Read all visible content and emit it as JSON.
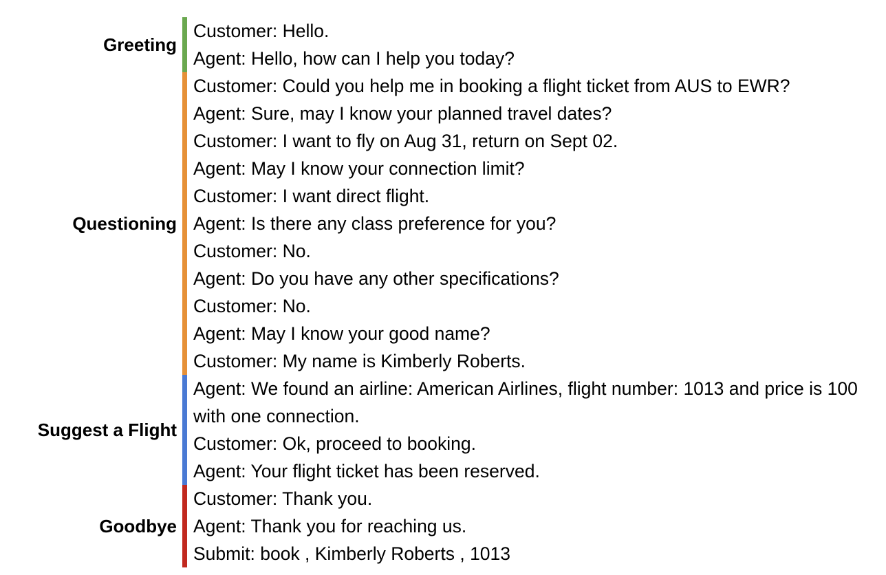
{
  "document": {
    "title": "Annotated customer support dialogue",
    "background_color": "#ffffff",
    "text_color": "#000000"
  },
  "sections": [
    {
      "id": "greeting",
      "label": "Greeting",
      "color": "#6aa84f",
      "color_name": "green",
      "lines": [
        "Customer: Hello.",
        "Agent: Hello, how can I help you today?"
      ]
    },
    {
      "id": "questioning",
      "label": "Questioning",
      "color": "#e69138",
      "color_name": "orange",
      "lines": [
        "Customer: Could you help me in booking a flight ticket from AUS to EWR?",
        "Agent: Sure, may I know your planned travel dates?",
        "Customer: I want to fly on Aug 31, return on Sept 02.",
        "Agent: May I know your connection limit?",
        "Customer: I want direct flight.",
        "Agent: Is there any class preference for you?",
        "Customer: No.",
        "Agent: Do you have any other specifications?",
        "Customer: No.",
        "Agent: May I know your good name?",
        "Customer: My name is Kimberly Roberts."
      ]
    },
    {
      "id": "suggest-a-flight",
      "label": "Suggest a Flight",
      "color": "#4a7ad4",
      "color_name": "blue",
      "lines": [
        "Agent: We found an airline: American Airlines, flight number: 1013 and price is 100 with one connection.",
        "Customer: Ok, proceed to booking.",
        "Agent: Your flight ticket has been reserved."
      ]
    },
    {
      "id": "goodbye",
      "label": "Goodbye",
      "color": "#c1291f",
      "color_name": "red",
      "lines": [
        "Customer: Thank you.",
        "Agent: Thank you for reaching us.",
        "Submit: book , Kimberly Roberts , 1013"
      ]
    }
  ]
}
